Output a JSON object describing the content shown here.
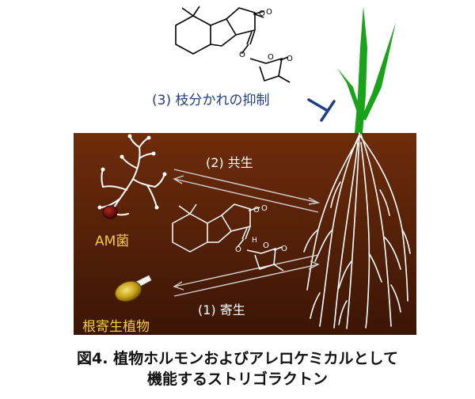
{
  "labels": {
    "suppression": "(3) 枝分かれの抑制",
    "symbiosis": "(2) 共生",
    "parasitism": "(1) 寄生",
    "am_fungi": "AM菌",
    "parasitic_plant": "根寄生植物"
  },
  "caption": {
    "line1": "図4. 植物ホルモンおよびアレロケミカルとして",
    "line2": "機能するストリゴラクトン"
  },
  "colors": {
    "soil_top": "#6b2a0a",
    "soil_bottom": "#3a1405",
    "plant_green": "#1aa31a",
    "label_blue": "#1f3f86",
    "label_yellow": "#f2cc3a",
    "inhibit_blue": "#1f3f86"
  }
}
